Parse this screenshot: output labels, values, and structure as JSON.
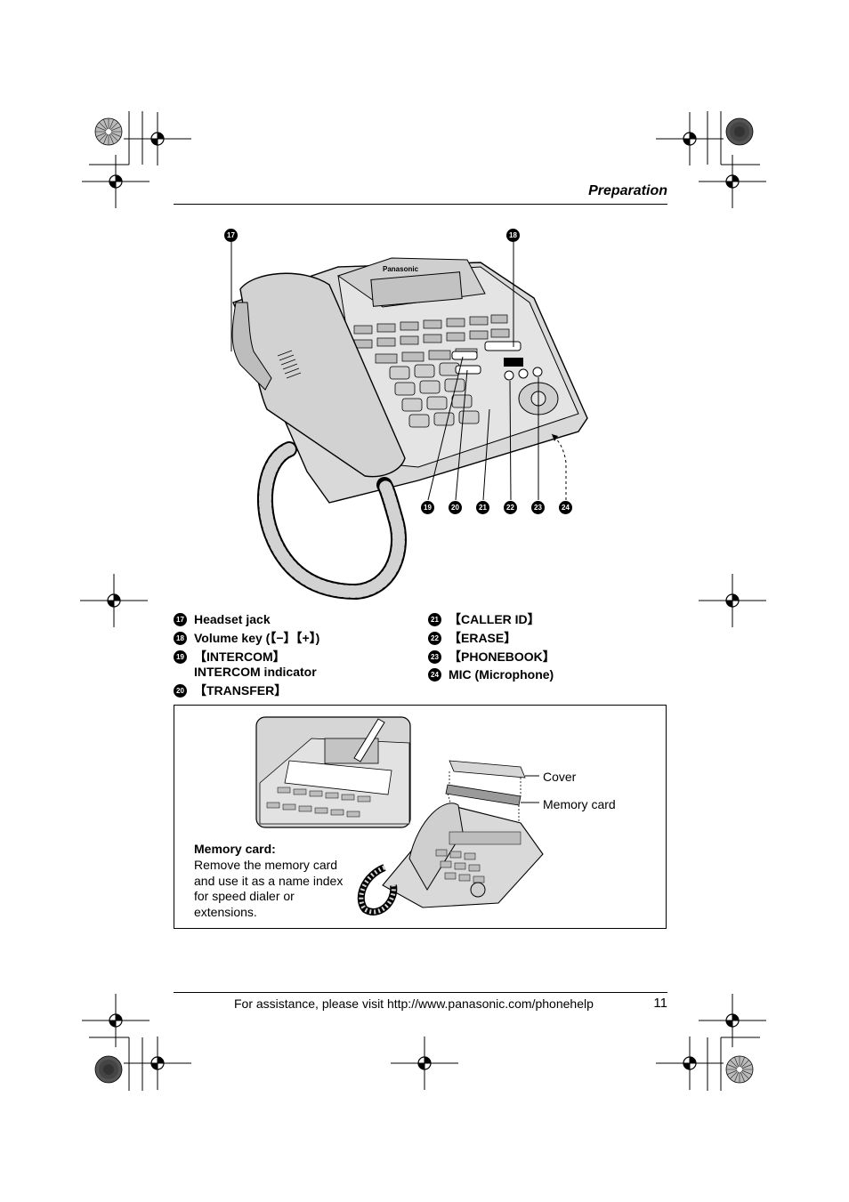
{
  "header": {
    "section": "Preparation"
  },
  "callouts": [
    "17",
    "18",
    "19",
    "20",
    "21",
    "22",
    "23",
    "24"
  ],
  "legend_left": [
    {
      "num": "17",
      "lines": [
        "Headset jack"
      ]
    },
    {
      "num": "18",
      "lines": [
        "Volume key (【−】【+】)"
      ]
    },
    {
      "num": "19",
      "lines": [
        "【INTERCOM】",
        "INTERCOM indicator"
      ]
    },
    {
      "num": "20",
      "lines": [
        "【TRANSFER】"
      ]
    }
  ],
  "legend_right": [
    {
      "num": "21",
      "lines": [
        "【CALLER ID】"
      ]
    },
    {
      "num": "22",
      "lines": [
        "【ERASE】"
      ]
    },
    {
      "num": "23",
      "lines": [
        "【PHONEBOOK】"
      ]
    },
    {
      "num": "24",
      "lines": [
        "MIC (Microphone)"
      ]
    }
  ],
  "memory_box": {
    "title": "Memory card:",
    "text": "Remove the memory card and use it as a name index for speed dialer or extensions.",
    "label_cover": "Cover",
    "label_card": "Memory card"
  },
  "phone_brand": "Panasonic",
  "footer": {
    "assist_text": "For assistance, please visit http://www.panasonic.com/phonehelp",
    "page_number": "11"
  },
  "icons": [
    "registration-mark-icon",
    "color-wheel-icon",
    "arrow-icon"
  ]
}
